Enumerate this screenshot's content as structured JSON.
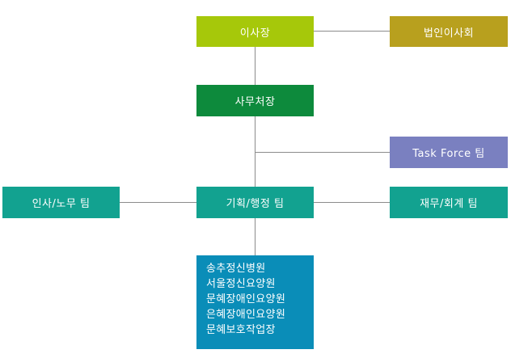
{
  "boxes": {
    "chairman": "이사장",
    "board": "법인이사회",
    "secretary": "사무처장",
    "task_force": "Task Force 팀",
    "hr_labor": "인사/노무 팀",
    "planning_admin": "기획/행정 팀",
    "finance_accounting": "재무/회계 팀"
  },
  "institutions": [
    "송추정신병원",
    "서울정신요양원",
    "문혜장애인요양원",
    "은혜장애인요양원",
    "문혜보호작업장"
  ],
  "colors": {
    "chairman": "#a6c80a",
    "board": "#b8a01e",
    "secretary": "#0d8a3c",
    "task_force": "#7a80c0",
    "teal": "#12a290",
    "institutions": "#0a8db8",
    "connector": "#8c8c8c"
  }
}
